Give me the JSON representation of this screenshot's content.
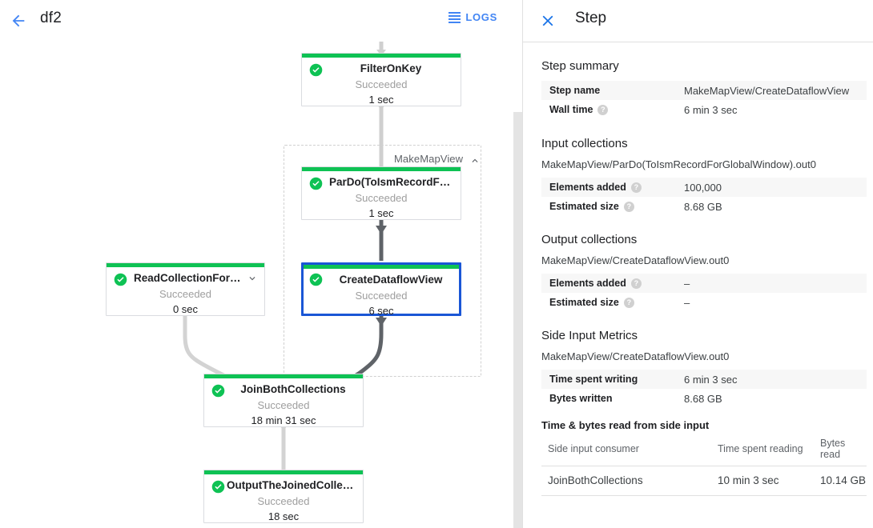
{
  "topbar": {
    "back_icon": "arrow-back-icon",
    "job_name": "df2",
    "logs_label": "LOGS",
    "logs_icon": "list-lines-icon",
    "accent": "#4285f4"
  },
  "graph": {
    "group": {
      "label": "MakeMapView",
      "chevron": "chevron-up-icon"
    },
    "nodes": [
      {
        "id": "filter-on-key",
        "title": "FilterOnKey",
        "status": "Succeeded",
        "duration": "1 sec",
        "status_color": "#0ec254",
        "selected": false,
        "expandable": false
      },
      {
        "id": "pardo-toismrecordfor",
        "title": "ParDo(ToIsmRecordFor…",
        "status": "Succeeded",
        "duration": "1 sec",
        "status_color": "#0ec254",
        "selected": false,
        "expandable": false
      },
      {
        "id": "create-dataflow-view",
        "title": "CreateDataflowView",
        "status": "Succeeded",
        "duration": "6 sec",
        "status_color": "#0ec254",
        "selected": true,
        "expandable": false
      },
      {
        "id": "read-collection-for-join",
        "title": "ReadCollectionForJoin",
        "status": "Succeeded",
        "duration": "0 sec",
        "status_color": "#0ec254",
        "selected": false,
        "expandable": true
      },
      {
        "id": "join-both-collections",
        "title": "JoinBothCollections",
        "status": "Succeeded",
        "duration": "18 min 31 sec",
        "status_color": "#0ec254",
        "selected": false,
        "expandable": false
      },
      {
        "id": "output-the-joined-collec",
        "title": "OutputTheJoinedCollec…",
        "status": "Succeeded",
        "duration": "18 sec",
        "status_color": "#0ec254",
        "selected": false,
        "expandable": false
      }
    ]
  },
  "panel": {
    "close_icon": "close-icon",
    "title": "Step",
    "summary": {
      "heading": "Step summary",
      "rows": [
        {
          "key": "Step name",
          "value": "MakeMapView/CreateDataflowView",
          "help": false
        },
        {
          "key": "Wall time",
          "value": "6 min 3 sec",
          "help": true
        }
      ]
    },
    "input_collections": {
      "heading": "Input collections",
      "collection": "MakeMapView/ParDo(ToIsmRecordForGlobalWindow).out0",
      "rows": [
        {
          "key": "Elements added",
          "value": "100,000",
          "help": true
        },
        {
          "key": "Estimated size",
          "value": "8.68 GB",
          "help": true
        }
      ]
    },
    "output_collections": {
      "heading": "Output collections",
      "collection": "MakeMapView/CreateDataflowView.out0",
      "rows": [
        {
          "key": "Elements added",
          "value": "–",
          "help": true
        },
        {
          "key": "Estimated size",
          "value": "–",
          "help": true
        }
      ]
    },
    "side_input_metrics": {
      "heading": "Side Input Metrics",
      "collection": "MakeMapView/CreateDataflowView.out0",
      "rows": [
        {
          "key": "Time spent writing",
          "value": "6 min 3 sec",
          "help": false
        },
        {
          "key": "Bytes written",
          "value": "8.68 GB",
          "help": false
        }
      ],
      "table_heading": "Time & bytes read from side input",
      "columns": [
        "Side input consumer",
        "Time spent reading",
        "Bytes read"
      ],
      "rows_table": [
        [
          "JoinBothCollections",
          "10 min 3 sec",
          "10.14 GB"
        ]
      ]
    }
  }
}
